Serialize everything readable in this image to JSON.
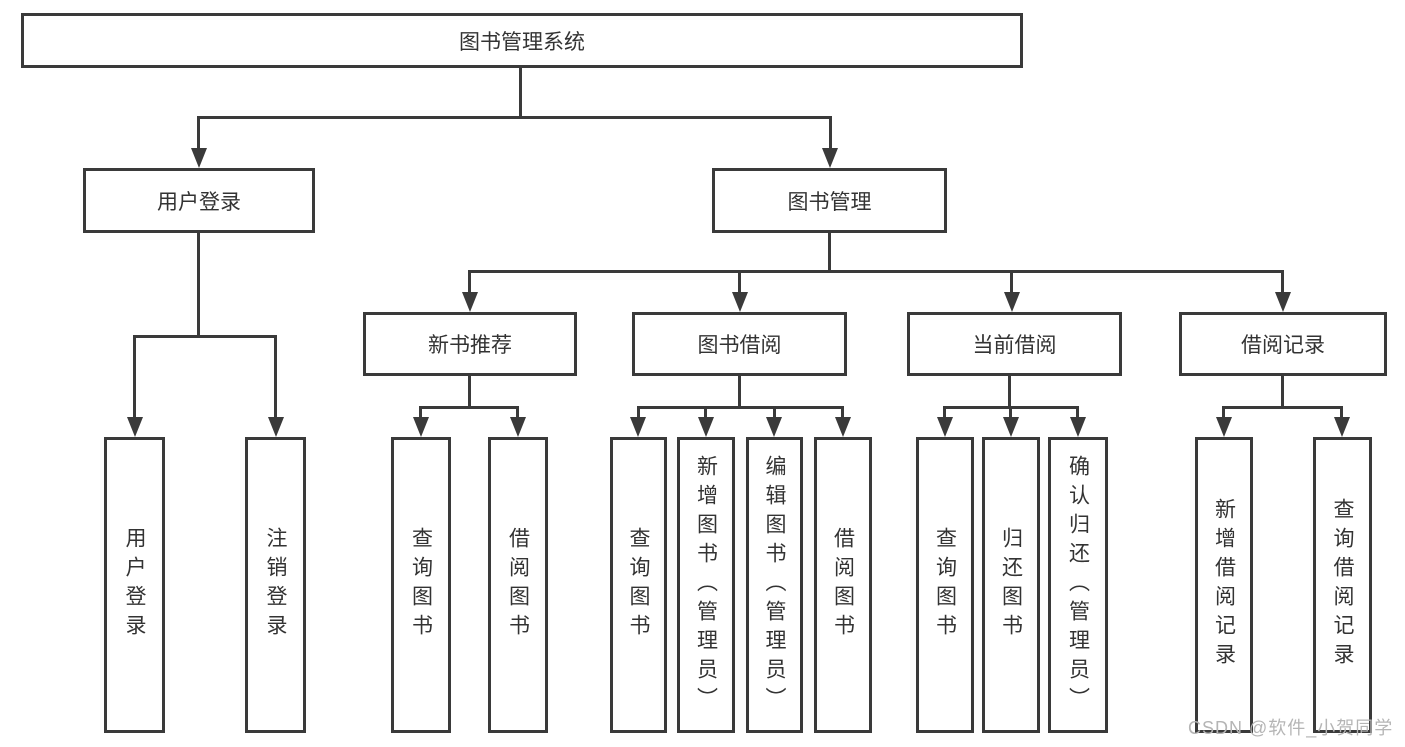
{
  "diagram": {
    "title": "图书管理系统",
    "branches": {
      "user_login": {
        "label": "用户登录",
        "children": [
          "用户登录",
          "注销登录"
        ]
      },
      "book_management": {
        "label": "图书管理",
        "children": {
          "new_book_recommend": {
            "label": "新书推荐",
            "children": [
              "查询图书",
              "借阅图书"
            ]
          },
          "book_borrowing": {
            "label": "图书借阅",
            "children": [
              "查询图书",
              "新增图书（管理员）",
              "编辑图书（管理员）",
              "借阅图书"
            ]
          },
          "current_borrowing": {
            "label": "当前借阅",
            "children": [
              "查询图书",
              "归还图书",
              "确认归还（管理员）"
            ]
          },
          "borrowing_records": {
            "label": "借阅记录",
            "children": [
              "新增借阅记录",
              "查询借阅记录"
            ]
          }
        }
      }
    }
  },
  "watermark": {
    "text": "CSDN @软件_小贺同学"
  },
  "colors": {
    "line": "#3a3a3a",
    "text": "#333333",
    "background": "#ffffff",
    "watermark": "#b5b5b5"
  }
}
